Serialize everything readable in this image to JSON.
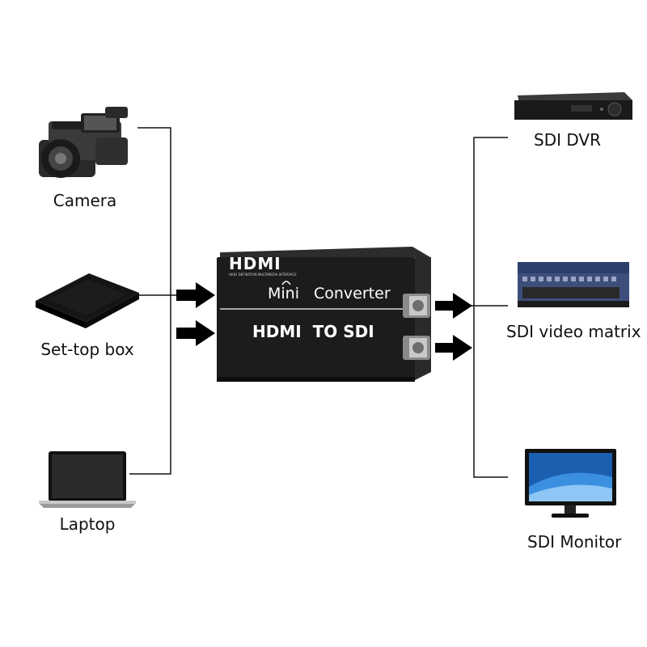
{
  "sources": [
    {
      "label": "Camera",
      "icon": "camera-icon"
    },
    {
      "label": "Set-top box",
      "icon": "set-top-box-icon"
    },
    {
      "label": "Laptop",
      "icon": "laptop-icon"
    }
  ],
  "outputs": [
    {
      "label": "SDI DVR",
      "icon": "dvr-icon"
    },
    {
      "label": "SDI video matrix",
      "icon": "video-matrix-icon"
    },
    {
      "label": "SDI Monitor",
      "icon": "monitor-icon"
    }
  ],
  "converter": {
    "brand": "HDMI",
    "brand_tagline": "HIGH DEFINITION MULTIMEDIA INTERFACE",
    "mini": "Mini",
    "converter": "Converter",
    "model": "HDMI  TO SDI"
  },
  "colors": {
    "line": "#111111",
    "device": "#1c1c1c",
    "text_on_device": "#ffffff"
  }
}
